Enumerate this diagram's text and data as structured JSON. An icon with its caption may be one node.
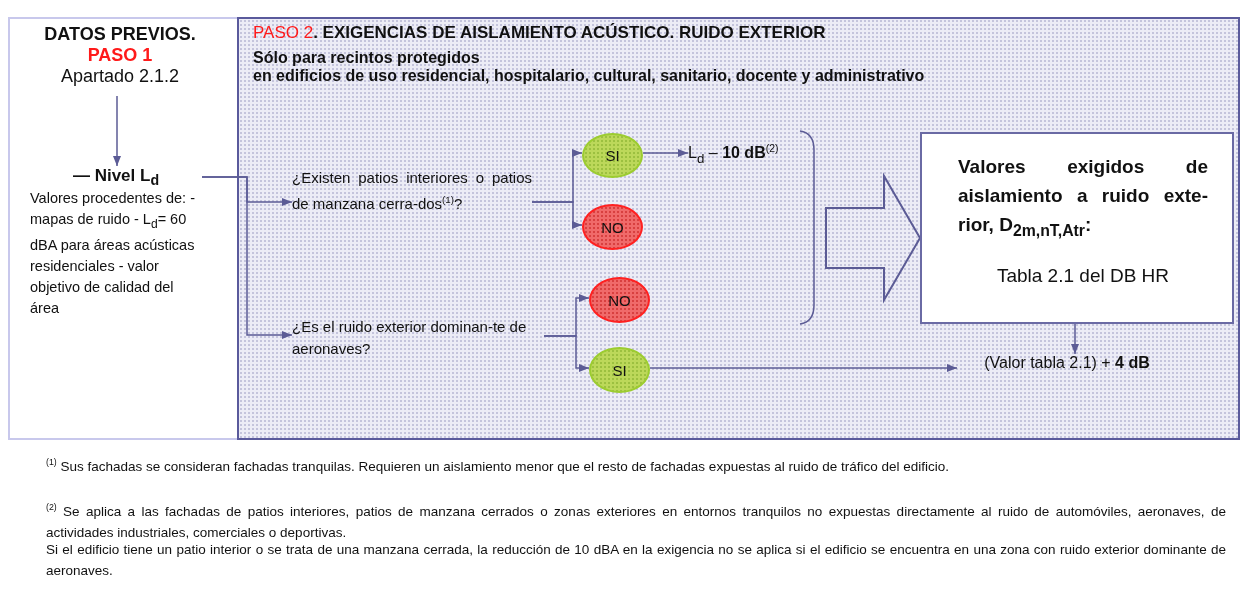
{
  "diagram": {
    "nodes": [
      {
        "text": [
          "DATOS PREVIOS.",
          "PASO 1",
          "Apartado 2.1.2"
        ]
      },
      {
        "text": [
          "— Nivel L$_{d}$",
          "Valores procedentes de: - mapas de ruido - L$_{d}$= 60 dBA para áreas acústicas residenciales - valor objetivo de calidad del área"
        ]
      },
      {
        "text": [
          "PASO 2",
          ". EXIGENCIAS DE AISLAMIENTO ACÚSTICO. RUIDO EXTERIOR",
          "Sólo para recintos protegidos",
          "en edificios de uso residencial, hospitalario, cultural, sanitario, docente y administrativo"
        ]
      },
      {
        "text": [
          "¿Existen patios interiores o patios de manzana cerra-dos$^{(1)}$?"
        ],
        "in": 2
      },
      {
        "text": [
          "¿Es el ruido exterior dominan-te de aeronaves?"
        ],
        "in": 2
      },
      {
        "text": [
          "SI"
        ],
        "in": 2
      },
      {
        "text": [
          "NO"
        ],
        "in": 2
      },
      {
        "text": [
          "NO"
        ],
        "in": 2
      },
      {
        "text": [
          "SI"
        ],
        "in": 2
      },
      {
        "text": [
          "L$_{d}$ – **10 dB**$^{(2)}$"
        ],
        "in": 2
      },
      {
        "text": [
          "Valores exigidos de aislamiento a ruido exte-rior, D$_{2m,nT,Atr}$:",
          "Tabla 2.1 del DB HR"
        ],
        "in": 2
      },
      {
        "text": [
          "(Valor tabla 2.1) + **4 dB**"
        ],
        "in": 2
      }
    ],
    "edges": [
      {
        "from": 0,
        "to": 1,
        "arrow": "to"
      },
      {
        "from": 1,
        "to": 3,
        "arrow": "to"
      },
      {
        "from": 1,
        "to": 4,
        "arrow": "to"
      },
      {
        "from": 3,
        "to": 5,
        "arrow": "to"
      },
      {
        "from": 3,
        "to": 6,
        "arrow": "to"
      },
      {
        "from": 4,
        "to": 7,
        "arrow": "to"
      },
      {
        "from": 4,
        "to": 8,
        "arrow": "to"
      },
      {
        "from": 5,
        "to": 9,
        "arrow": "to"
      },
      {
        "from": null,
        "to": 10,
        "arrow": "to",
        "style": "thick"
      },
      {
        "from": 10,
        "to": 11,
        "arrow": "to"
      },
      {
        "from": 8,
        "to": 11,
        "arrow": "to"
      }
    ],
    "labels": [
      "$^{(1)}$ Sus fachadas se consideran fachadas tranquilas. Requieren un aislamiento menor que el resto de fachadas expuestas al ruido de tráfico del edificio.",
      "$^{(2)}$ Se aplica a las fachadas de patios interiores, patios de manzana cerrados o zonas exteriores en entornos tranquilos no expuestas directamente al ruido de automóviles, aeronaves, de actividades industriales, comerciales o deportivas.",
      "Si el edificio tiene un patio interior o se trata de una manzana cerrada, la reducción de 10 dBA en la exigencia no se aplica si el edificio se encuentra en una zona con ruido exterior dominante de aeronaves."
    ]
  }
}
